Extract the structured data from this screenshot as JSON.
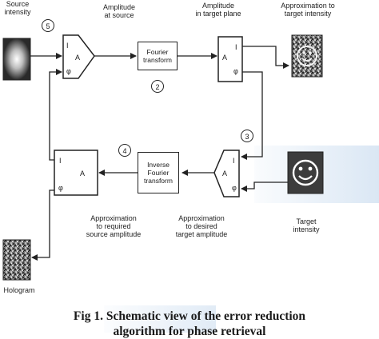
{
  "labels": {
    "source_intensity": "Source\nintensity",
    "amplitude_at_source": "Amplitude\nat source",
    "amplitude_target_plane": "Amplitude\nin target plane",
    "approx_target_intensity": "Approximation to\ntarget intensity",
    "target_intensity": "Target\nintensity",
    "approx_desired_target": "Approximation\nto desired\ntarget amplitude",
    "approx_required_source": "Approximation\nto required\nsource amplitude",
    "hologram": "Hologram"
  },
  "blocks": {
    "fourier": "Fourier\ntransform",
    "inverse_fourier": "Inverse\nFourier\ntransform"
  },
  "symbols": {
    "A": "A",
    "I": "I",
    "phi": "φ"
  },
  "steps": [
    "2",
    "3",
    "4",
    "5"
  ],
  "caption": {
    "line1": "Fig 1. Schematic view of the error reduction",
    "line2": "algorithm for phase retrieval"
  },
  "colors": {
    "line": "#222222",
    "watermark": "#cfe0f2"
  }
}
